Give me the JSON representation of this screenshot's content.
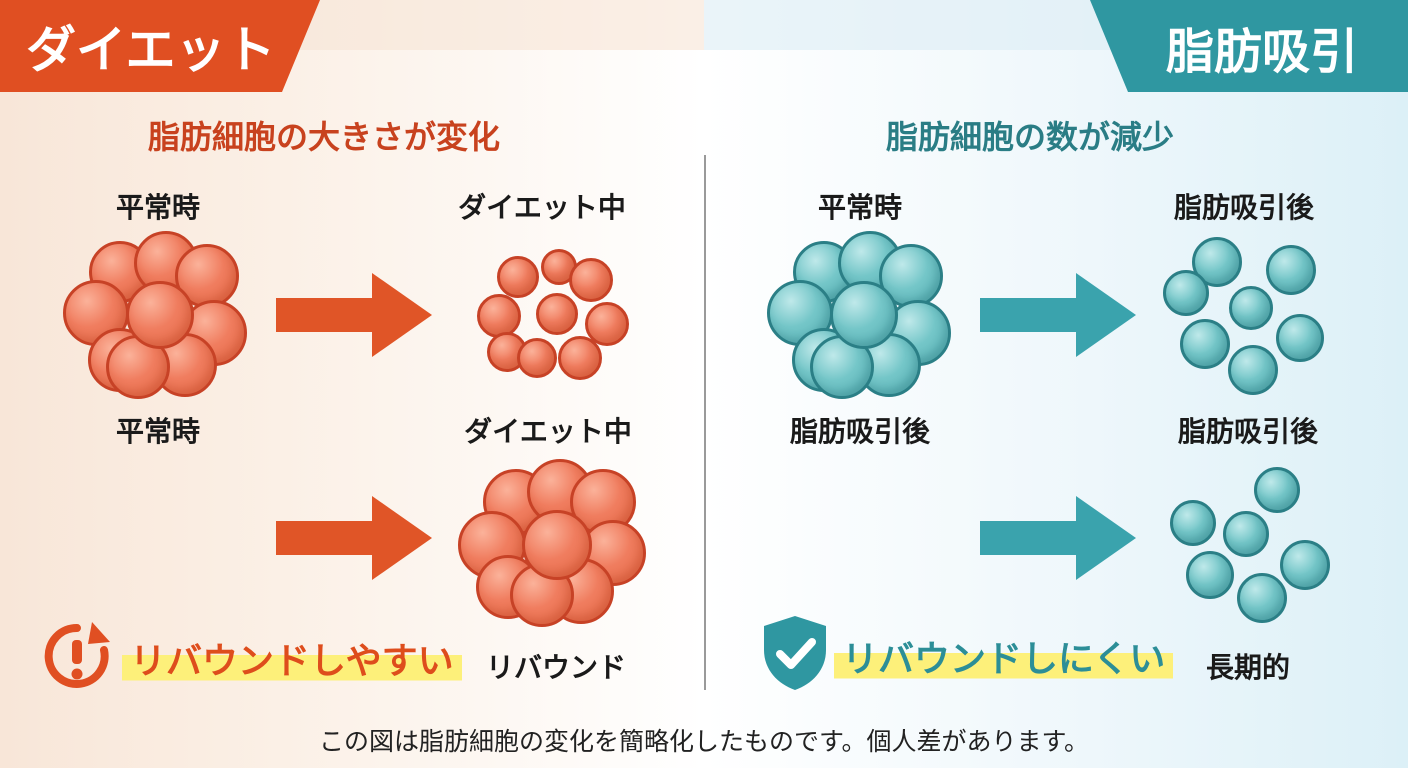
{
  "header": {
    "left_title": "ダイエット",
    "right_title": "脂肪吸引"
  },
  "left": {
    "headline": "脂肪細胞の大きさが変化",
    "labels": [
      "平常時",
      "ダイエット中",
      "平常時",
      "ダイエット中",
      "リバウンド"
    ],
    "callout": "リバウンドしやすい"
  },
  "right": {
    "headline": "脂肪細胞の数が減少",
    "labels": [
      "平常時",
      "脂肪吸引後",
      "脂肪吸引後",
      "脂肪吸引後",
      "長期的"
    ],
    "callout": "リバウンドしにくい"
  },
  "footnote": "この図は脂肪細胞の変化を簡略化したものです。個人差があります。",
  "icons": {
    "left": "refresh-warning-icon",
    "right": "shield-check-icon"
  },
  "colors": {
    "orange": "#e04f22",
    "teal": "#2f97a1",
    "highlight": "#fdf07a"
  }
}
